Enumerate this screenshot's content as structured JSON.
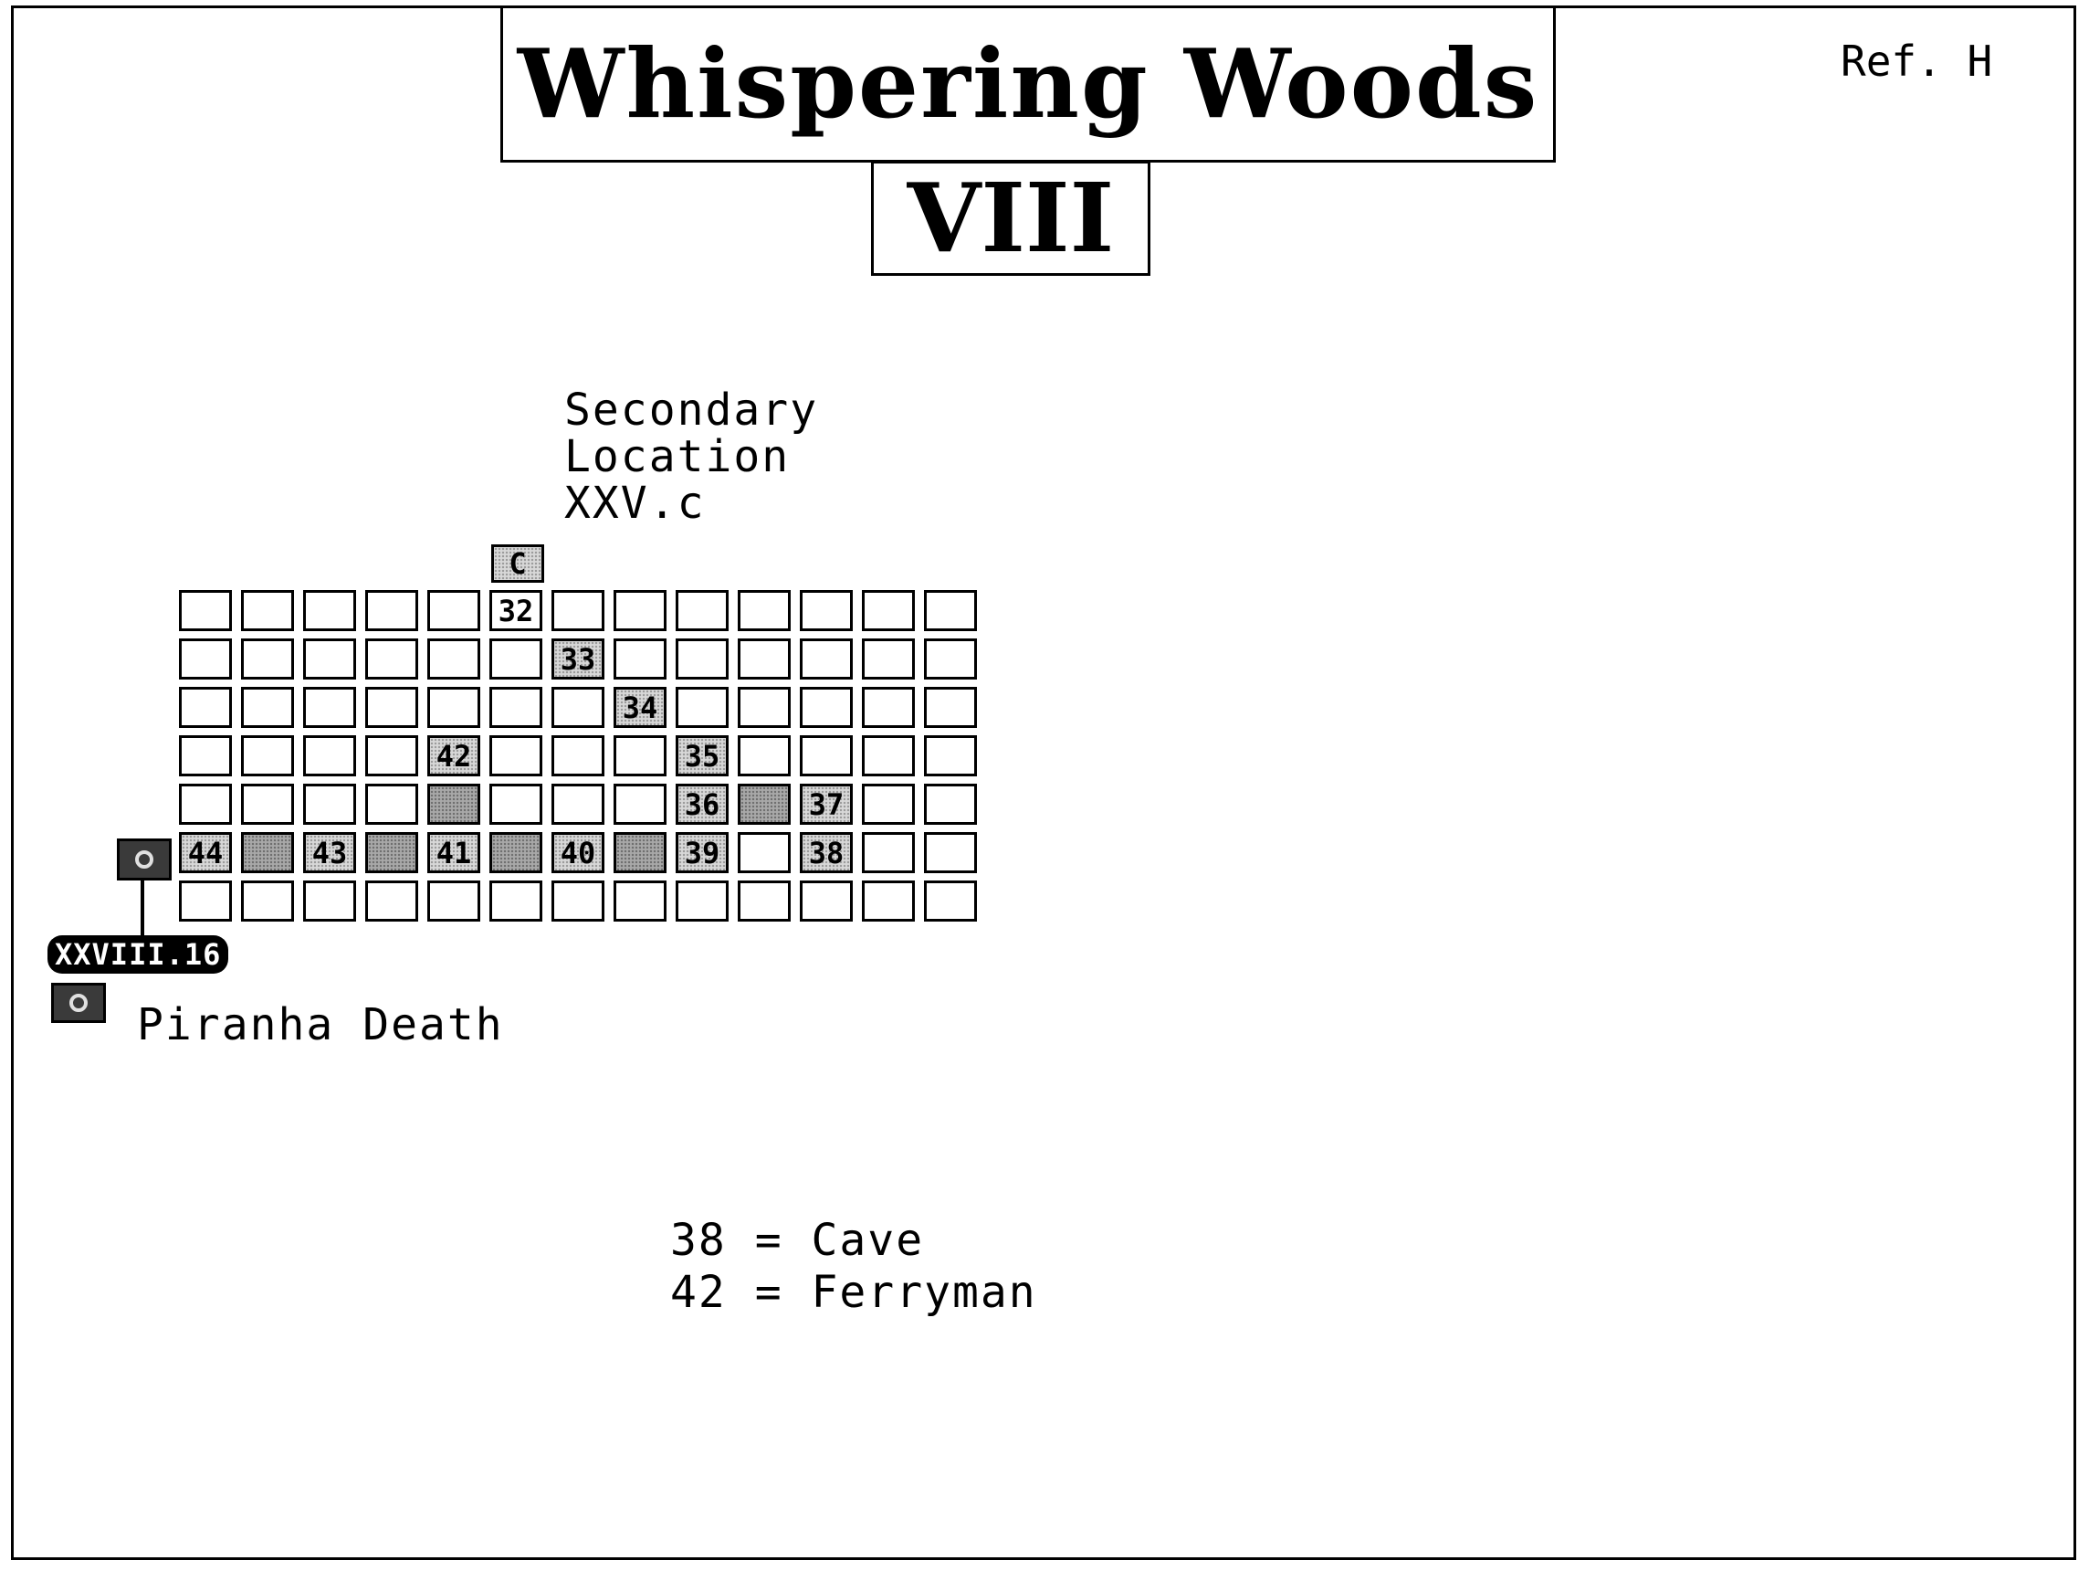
{
  "title": "Whispering Woods",
  "level": "VIII",
  "ref": "Ref. H",
  "secondary_location": [
    "Secondary",
    "Location",
    "XXV.c"
  ],
  "cave_marker_label": "C",
  "exit_label": "XXVIII.16",
  "legend": {
    "piranha_label": "Piranha Death"
  },
  "key": [
    "38 = Cave",
    "42 = Ferryman"
  ],
  "grid": {
    "cols": 13,
    "rows": 7,
    "labeled_cells": [
      {
        "row": 0,
        "col": 5,
        "label": "32",
        "style": "plain"
      },
      {
        "row": 1,
        "col": 6,
        "label": "33",
        "style": "light"
      },
      {
        "row": 2,
        "col": 7,
        "label": "34",
        "style": "light"
      },
      {
        "row": 3,
        "col": 4,
        "label": "42",
        "style": "light"
      },
      {
        "row": 3,
        "col": 8,
        "label": "35",
        "style": "light"
      },
      {
        "row": 4,
        "col": 8,
        "label": "36",
        "style": "light"
      },
      {
        "row": 4,
        "col": 10,
        "label": "37",
        "style": "light"
      },
      {
        "row": 5,
        "col": 0,
        "label": "44",
        "style": "light"
      },
      {
        "row": 5,
        "col": 2,
        "label": "43",
        "style": "light"
      },
      {
        "row": 5,
        "col": 4,
        "label": "41",
        "style": "light"
      },
      {
        "row": 5,
        "col": 6,
        "label": "40",
        "style": "light"
      },
      {
        "row": 5,
        "col": 8,
        "label": "39",
        "style": "light"
      },
      {
        "row": 5,
        "col": 10,
        "label": "38",
        "style": "light"
      }
    ],
    "shaded_cells": [
      {
        "row": 4,
        "col": 4
      },
      {
        "row": 4,
        "col": 9
      },
      {
        "row": 5,
        "col": 1
      },
      {
        "row": 5,
        "col": 3
      },
      {
        "row": 5,
        "col": 5
      },
      {
        "row": 5,
        "col": 7
      }
    ]
  }
}
